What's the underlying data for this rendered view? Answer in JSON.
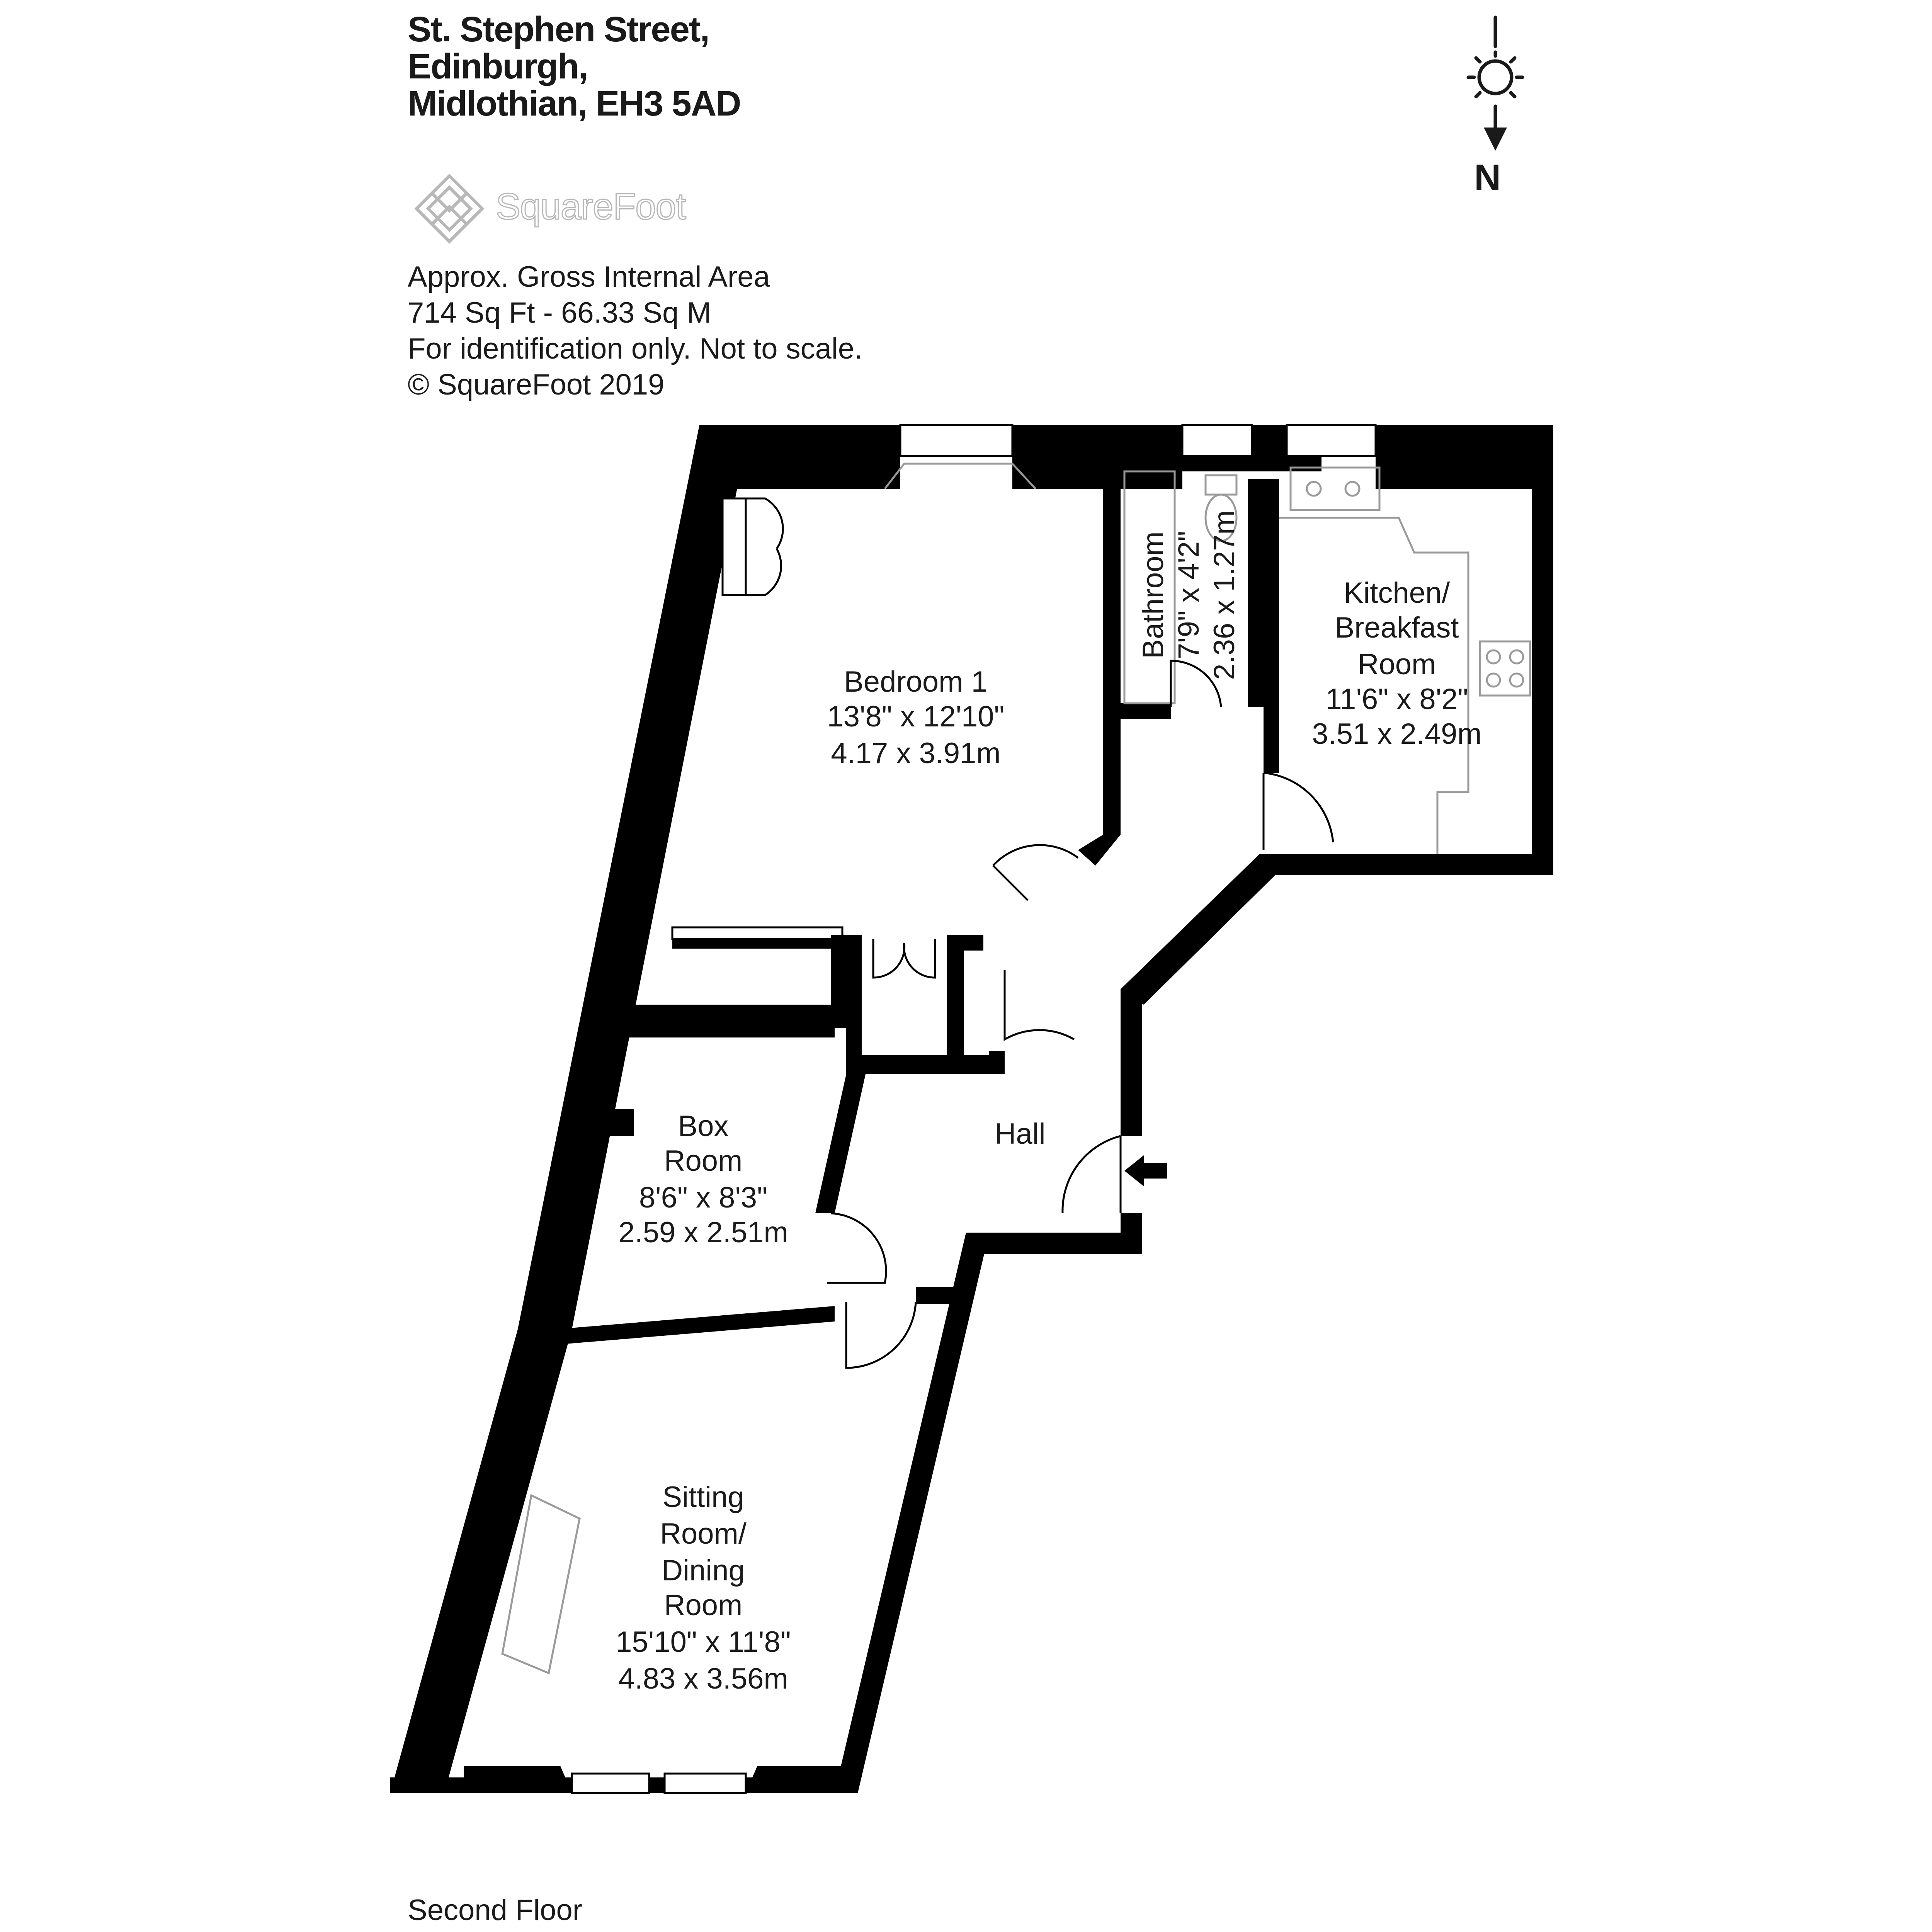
{
  "header": {
    "address_line_1": "St. Stephen Street,",
    "address_line_2": "Edinburgh,",
    "address_line_3": "Midlothian, EH3 5AD"
  },
  "brand": {
    "logo_text": "SquareFoot"
  },
  "area_info": {
    "line_1": "Approx. Gross Internal Area",
    "line_2": "714 Sq Ft  -  66.33 Sq M",
    "line_3": "For identification only. Not to scale.",
    "line_4": "© SquareFoot 2019"
  },
  "compass": {
    "label": "N",
    "icon": "sun-compass-icon"
  },
  "rooms": {
    "bedroom1": {
      "name": "Bedroom 1",
      "imperial": "13'8\" x 12'10\"",
      "metric": "4.17 x 3.91m"
    },
    "bathroom": {
      "name": "Bathroom",
      "imperial": "7'9\" x 4'2\"",
      "metric": "2.36 x 1.27m"
    },
    "kitchen": {
      "name_1": "Kitchen/",
      "name_2": "Breakfast",
      "name_3": "Room",
      "imperial": "11'6\" x 8'2\"",
      "metric": "3.51 x 2.49m"
    },
    "hall": {
      "name": "Hall"
    },
    "box_room": {
      "name_1": "Box",
      "name_2": "Room",
      "imperial": "8'6\" x 8'3\"",
      "metric": "2.59 x 2.51m"
    },
    "sitting_room": {
      "name_1": "Sitting",
      "name_2": "Room/",
      "name_3": "Dining",
      "name_4": "Room",
      "imperial": "15'10\" x 11'8\"",
      "metric": "4.83 x 3.56m"
    }
  },
  "floor": {
    "label": "Second Floor"
  },
  "colors": {
    "wall": "#000000",
    "fixture": "#9a9a9a",
    "text": "#1a1a1a",
    "logo": "#b8b8b8"
  }
}
